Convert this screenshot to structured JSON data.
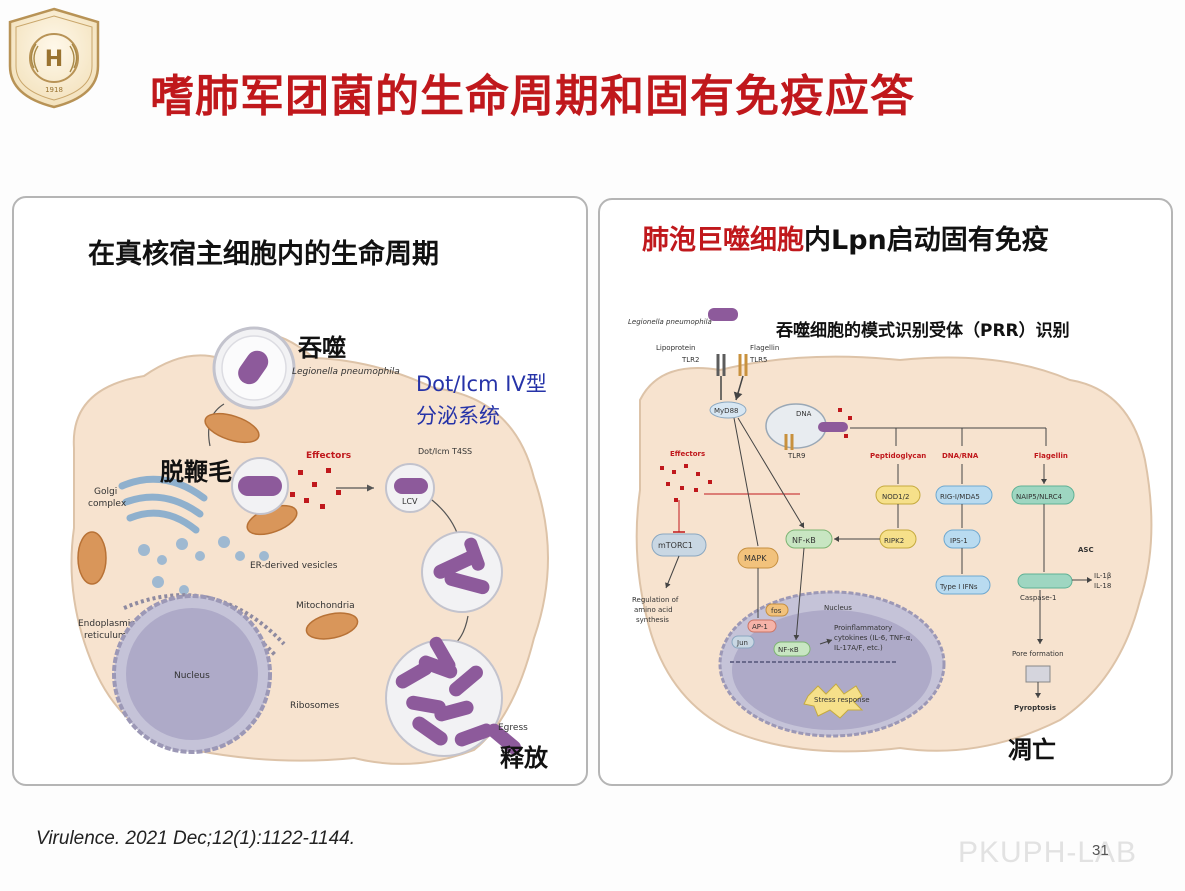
{
  "slide": {
    "title": "嗜肺军团菌的生命周期和固有免疫应答",
    "citation": "Virulence. 2021 Dec;12(1):1122-1144.",
    "watermark": "PKUPH-LAB",
    "page_number": "31"
  },
  "logo": {
    "year": "1918",
    "monogram": "H"
  },
  "left_panel": {
    "title": "在真核宿主细胞内的生命周期",
    "annotations": {
      "phagocytosis": "吞噬",
      "deflagellation": "脱鞭毛",
      "secretion_system": "Dot/Icm IV型",
      "secretion_system_2": "分泌系统",
      "release": "释放"
    },
    "figure_labels": {
      "legionella": "Legionella pneumophila",
      "effectors": "Effectors",
      "dot_icm": "Dot/Icm T4SS",
      "golgi_1": "Golgi",
      "golgi_2": "complex",
      "lcv": "LCV",
      "er_vesicles": "ER-derived vesicles",
      "er_1": "Endoplasmic",
      "er_2": "reticulum",
      "mitochondria": "Mitochondria",
      "nucleus": "Nucleus",
      "ribosomes": "Ribosomes",
      "egress": "Egress"
    }
  },
  "right_panel": {
    "title_highlight": "肺泡巨噬细胞",
    "title_rest": "内Lpn启动固有免疫",
    "prr_label": "吞噬细胞的模式识别受体（PRR）识别",
    "death_label": "凋亡",
    "figure_labels": {
      "legionella": "Legionella pneumophila",
      "lipoprotein": "Lipoprotein",
      "flagellin_top": "Flagellin",
      "tlr2": "TLR2",
      "tlr5": "TLR5",
      "myd88": "MyD88",
      "dna": "DNA",
      "tlr9": "TLR9",
      "effectors": "Effectors",
      "peptidoglycan": "Peptidoglycan",
      "dna_rna": "DNA/RNA",
      "flagellin": "Flagellin",
      "nod": "NOD1/2",
      "rigi": "RIG-I/MDA5",
      "naip": "NAIP5/NLRC4",
      "mtorc1": "mTORC1",
      "mapk": "MAPK",
      "nfkb": "NF-κB",
      "ripk2": "RIPK2",
      "ips1": "IPS-1",
      "type1": "Type I IFNs",
      "asc": "ASC",
      "caspase": "Caspase-1",
      "il1b": "IL-1β",
      "il18": "IL-18",
      "reg_1": "Regulation of",
      "reg_2": "amino acid",
      "reg_3": "synthesis",
      "nucleus": "Nucleus",
      "fos": "fos",
      "ap1": "AP-1",
      "jun": "Jun",
      "nfkb2": "NF-κB",
      "cyt_1": "Proinflammatory",
      "cyt_2": "cytokines (IL-6, TNF-α,",
      "cyt_3": "IL-17A/F, etc.)",
      "stress": "Stress response",
      "pore": "Pore formation",
      "pyroptosis": "Pyroptosis"
    }
  },
  "colors": {
    "title_red": "#c0181c",
    "cell_fill": "#f7e3cf",
    "bacteria_purple": "#8d5a9b",
    "mapk_orange": "#f2c27c",
    "nod_yellow": "#f6e08a",
    "rig_blue": "#b9dbf0",
    "naip_green": "#9ed6c1",
    "nucleus_purple": "#a8a3c9"
  }
}
